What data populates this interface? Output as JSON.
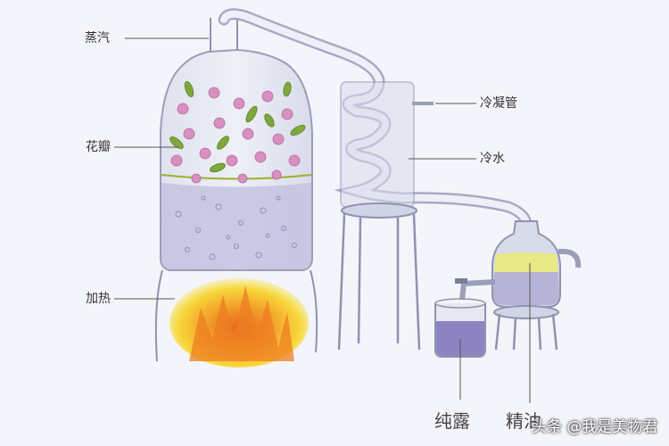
{
  "labels": {
    "steam": "蒸汽",
    "petals": "花瓣",
    "heating": "加热",
    "condenser": "冷凝管",
    "cold_water": "冷水",
    "hydrosol": "纯露",
    "essential_oil": "精油"
  },
  "watermark": {
    "text": "头条 @我是美物君"
  },
  "colors": {
    "background": "#f3f5fa",
    "glass": "#c9cde0",
    "glass_outline": "#8f93ad",
    "water": "#b7b5d8",
    "flame": "#f6d431",
    "oil": "#e9e886",
    "hydrosol_liquid": "#8e83c2",
    "petal": "#d98fc0",
    "leaf": "#7ea83c"
  }
}
